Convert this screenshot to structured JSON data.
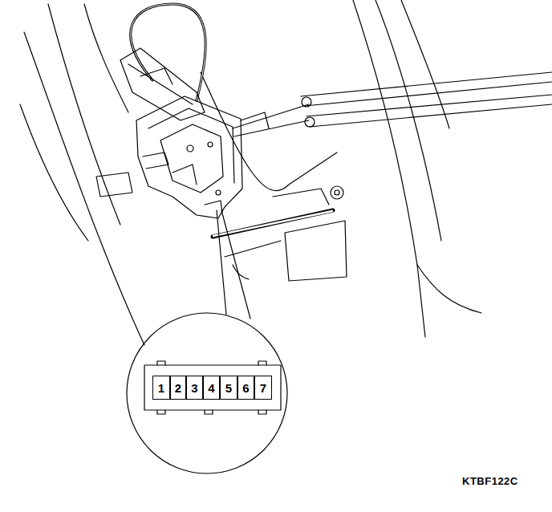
{
  "diagram": {
    "nodes": [
      {
        "text": [
          "1"
        ]
      },
      {
        "text": [
          "2"
        ]
      },
      {
        "text": [
          "3"
        ]
      },
      {
        "text": [
          "4"
        ]
      },
      {
        "text": [
          "5"
        ]
      },
      {
        "text": [
          "6"
        ]
      },
      {
        "text": [
          "7"
        ]
      }
    ],
    "labels": [
      "KTBF122C"
    ]
  }
}
